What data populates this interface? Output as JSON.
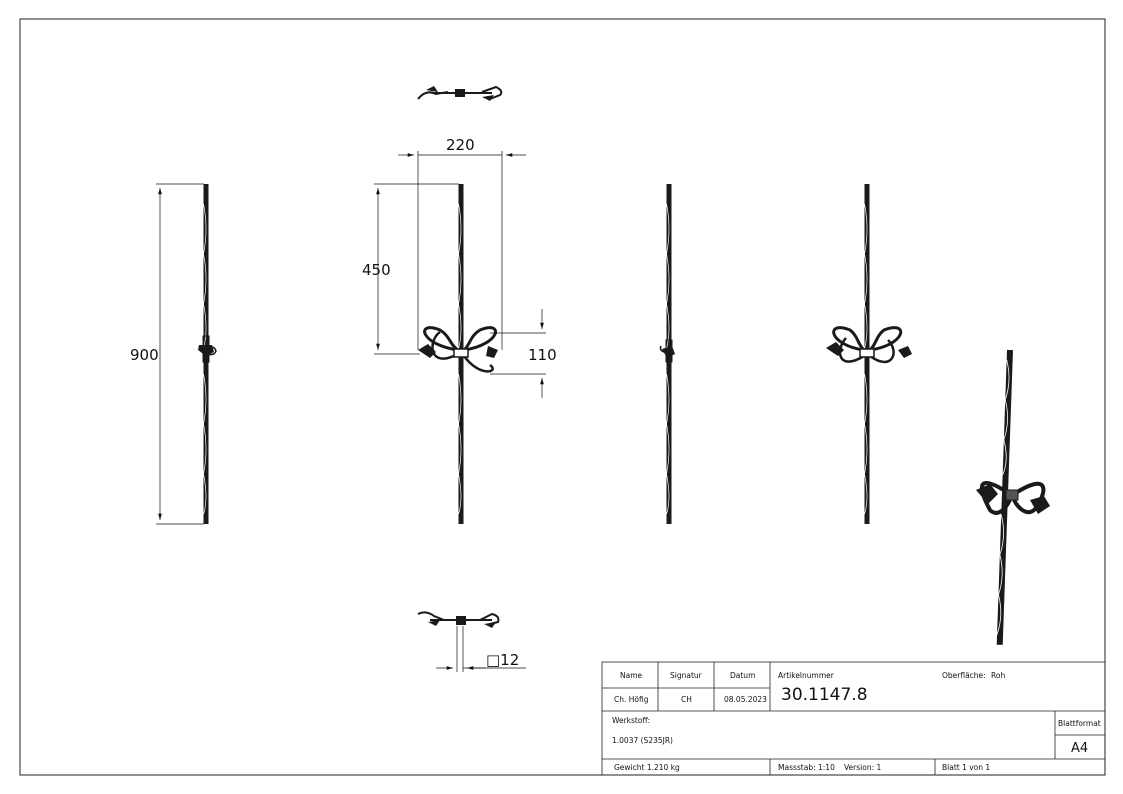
{
  "dimensions": {
    "height_total": "900",
    "height_half": "450",
    "width_ornament": "220",
    "ornament_height": "110",
    "bar_square": "□12"
  },
  "title_block": {
    "headers": {
      "name": "Name",
      "signature": "Signatur",
      "date": "Datum"
    },
    "values": {
      "name": "Ch. Höfig",
      "signature": "CH",
      "date": "08.05.2023"
    },
    "article_label": "Artikelnummer",
    "article_number": "30.1147.8",
    "surface_label": "Oberfläche:",
    "surface_value": "Roh",
    "material_label": "Werkstoff:",
    "material_value": "1.0037 (S235JR)",
    "format_label": "Blattformat",
    "format_value": "A4",
    "weight": "Gewicht 1.210 kg",
    "scale": "Massstab: 1:10",
    "version": "Version: 1",
    "sheet": "Blatt 1 von 1"
  },
  "colors": {
    "line": "#111111",
    "part": "#1a1a1a",
    "border": "#222222"
  },
  "icons": [
    "decorative-baluster",
    "dimension-arrow"
  ]
}
